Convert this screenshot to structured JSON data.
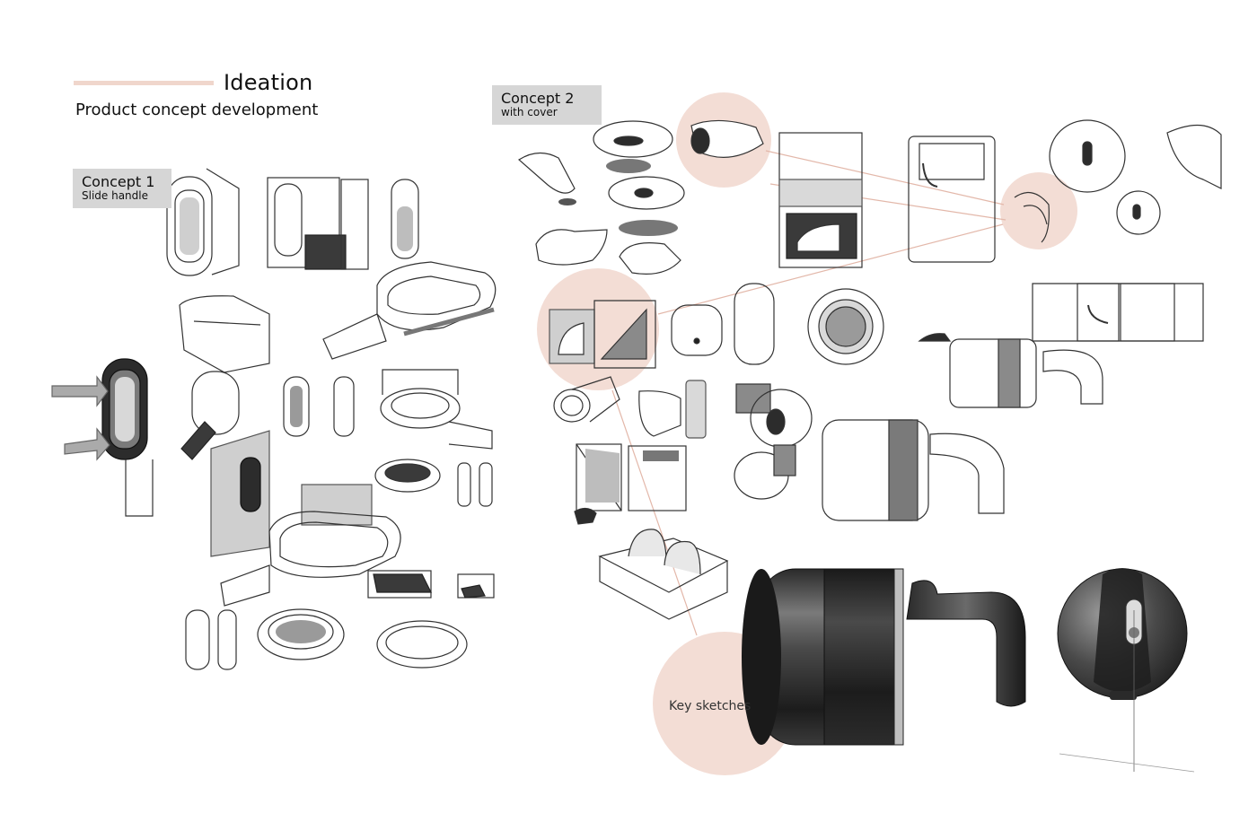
{
  "header": {
    "title": "Ideation",
    "subtitle": "Product concept development"
  },
  "concepts": [
    {
      "label": "Concept 1",
      "sublabel": "Slide handle"
    },
    {
      "label": "Concept 2",
      "sublabel": "with cover"
    }
  ],
  "highlights": {
    "key_label": "Key sketches"
  },
  "colors": {
    "accent": "#f0d6cc",
    "label_bg": "#d6d6d6",
    "ink": "#333333",
    "render_dark": "#3a3a3a"
  }
}
